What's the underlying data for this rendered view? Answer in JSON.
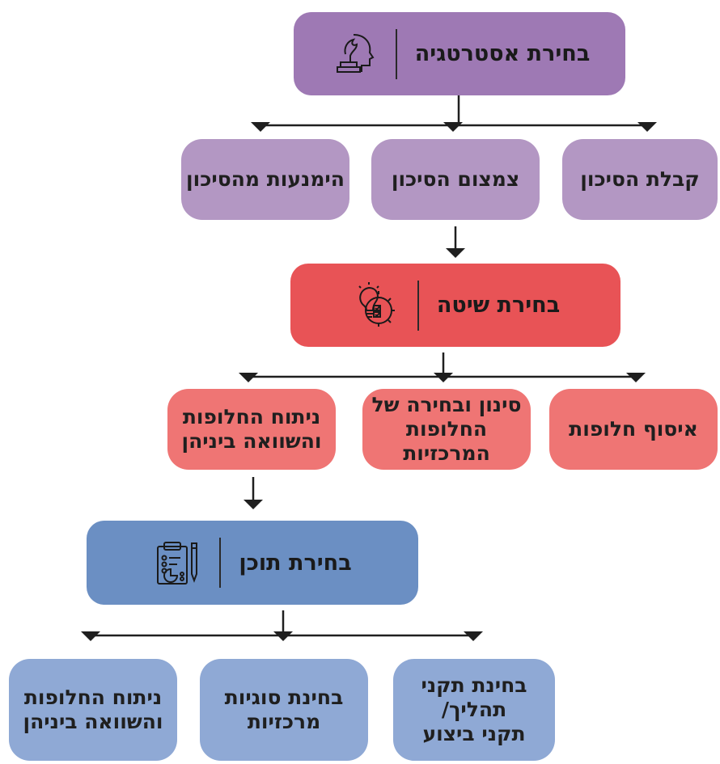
{
  "colors": {
    "strategy_head": "#9e79b4",
    "strategy_sub": "#b397c3",
    "method_head": "#e85356",
    "method_sub": "#ef7574",
    "content_head": "#6b8fc3",
    "content_sub": "#8fa9d5",
    "line": "#1f1f1f"
  },
  "strategy": {
    "title": "בחירת אסטרטגיה",
    "icon": "chess-knight-head-icon",
    "options": [
      "קבלת הסיכון",
      "צמצום הסיכון",
      "הימנעות מהסיכון"
    ]
  },
  "method": {
    "title": "בחירת שיטה",
    "icon": "lightbulb-gear-icon",
    "options": [
      "איסוף חלופות",
      "סינון ובחירה של\nהחלופות המרכזיות",
      "ניתוח החלופות\nוהשוואה ביניהן"
    ]
  },
  "content": {
    "title": "בחירת תוכן",
    "icon": "clipboard-pen-icon",
    "options": [
      "בחינת תקני\nתהליך/\nתקני ביצוע",
      "בחינת סוגיות\nמרכזיות",
      "ניתוח החלופות\nוהשוואה ביניהן"
    ]
  }
}
